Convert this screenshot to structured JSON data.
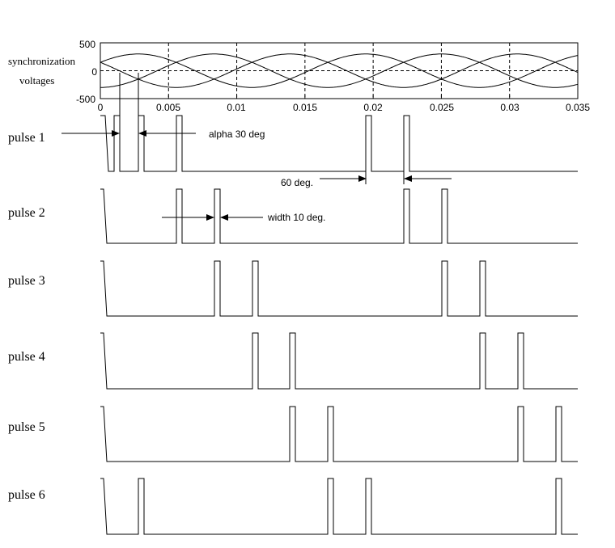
{
  "sync_chart": {
    "ylabel_line1": "synchronization",
    "ylabel_line2": "voltages",
    "y_ticks": [
      "500",
      "0",
      "-500"
    ],
    "x_ticks": [
      "0",
      "0.005",
      "0.01",
      "0.015",
      "0.02",
      "0.025",
      "0.03",
      "0.035"
    ]
  },
  "pulse_labels": [
    "pulse 1",
    "pulse 2",
    "pulse 3",
    "pulse 4",
    "pulse 5",
    "pulse 6"
  ],
  "annotations": {
    "alpha": "alpha 30 deg",
    "sixty": "60 deg.",
    "width": "width 10 deg."
  },
  "chart_data": {
    "type": "line",
    "title": "",
    "xlabel": "",
    "ylabel": "synchronization voltages",
    "xlim": [
      0,
      0.035
    ],
    "ylim": [
      -500,
      500
    ],
    "grid": true,
    "x_ticks": [
      0,
      0.005,
      0.01,
      0.015,
      0.02,
      0.025,
      0.03,
      0.035
    ],
    "y_ticks": [
      -500,
      0,
      500
    ],
    "waveform": {
      "amplitude": 300,
      "period_s": 0.01667,
      "phases": 3,
      "phase_shift_deg": 120
    },
    "pulse_trains": {
      "pulse_width_deg": 10,
      "alpha_deg": 30,
      "pulse_spacing_deg": 60,
      "pulses": [
        {
          "name": "pulse 1",
          "on_times": [
            0.0025,
            0.0053,
            0.0193,
            0.0221
          ]
        },
        {
          "name": "pulse 2",
          "on_times": [
            0.0053,
            0.0081,
            0.0221,
            0.0249
          ]
        },
        {
          "name": "pulse 3",
          "on_times": [
            0.0081,
            0.0109,
            0.0249,
            0.0277
          ]
        },
        {
          "name": "pulse 4",
          "on_times": [
            0.0109,
            0.0137,
            0.0277,
            0.0305
          ]
        },
        {
          "name": "pulse 5",
          "on_times": [
            0.0137,
            0.0165,
            0.0305,
            0.0333
          ]
        },
        {
          "name": "pulse 6",
          "on_times": [
            0.0025,
            0.0165,
            0.0193,
            0.0333
          ]
        }
      ]
    }
  }
}
